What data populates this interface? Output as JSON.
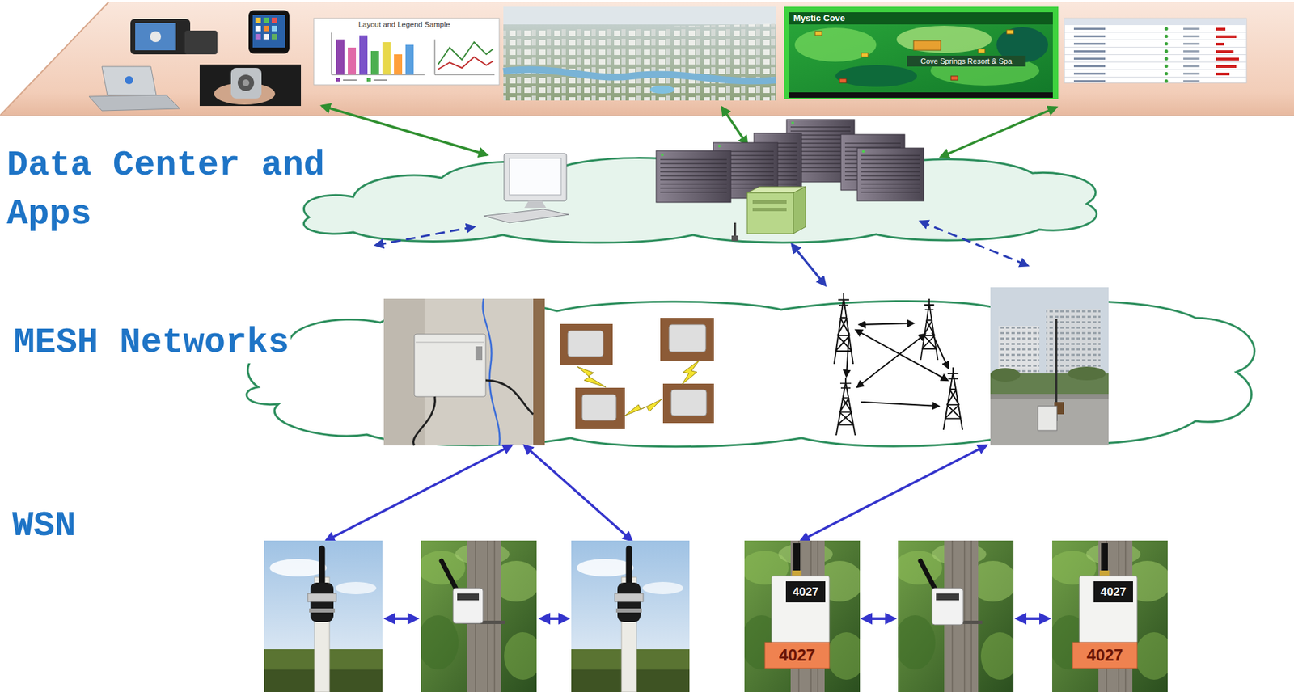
{
  "diagram": {
    "nodes": [
      {
        "text": [
          "Data Center and Apps"
        ]
      },
      {
        "text": [
          "MESH Networks"
        ]
      }
    ],
    "edges": [
      {
        "from": 0,
        "to": 1,
        "arrow": "both"
      }
    ],
    "labels": [
      "WSN",
      "Layout and Legend Sample",
      "Mystic Cove",
      "Cove Springs Resort & Spa",
      "4027",
      "4027",
      "4027",
      "4027"
    ]
  }
}
